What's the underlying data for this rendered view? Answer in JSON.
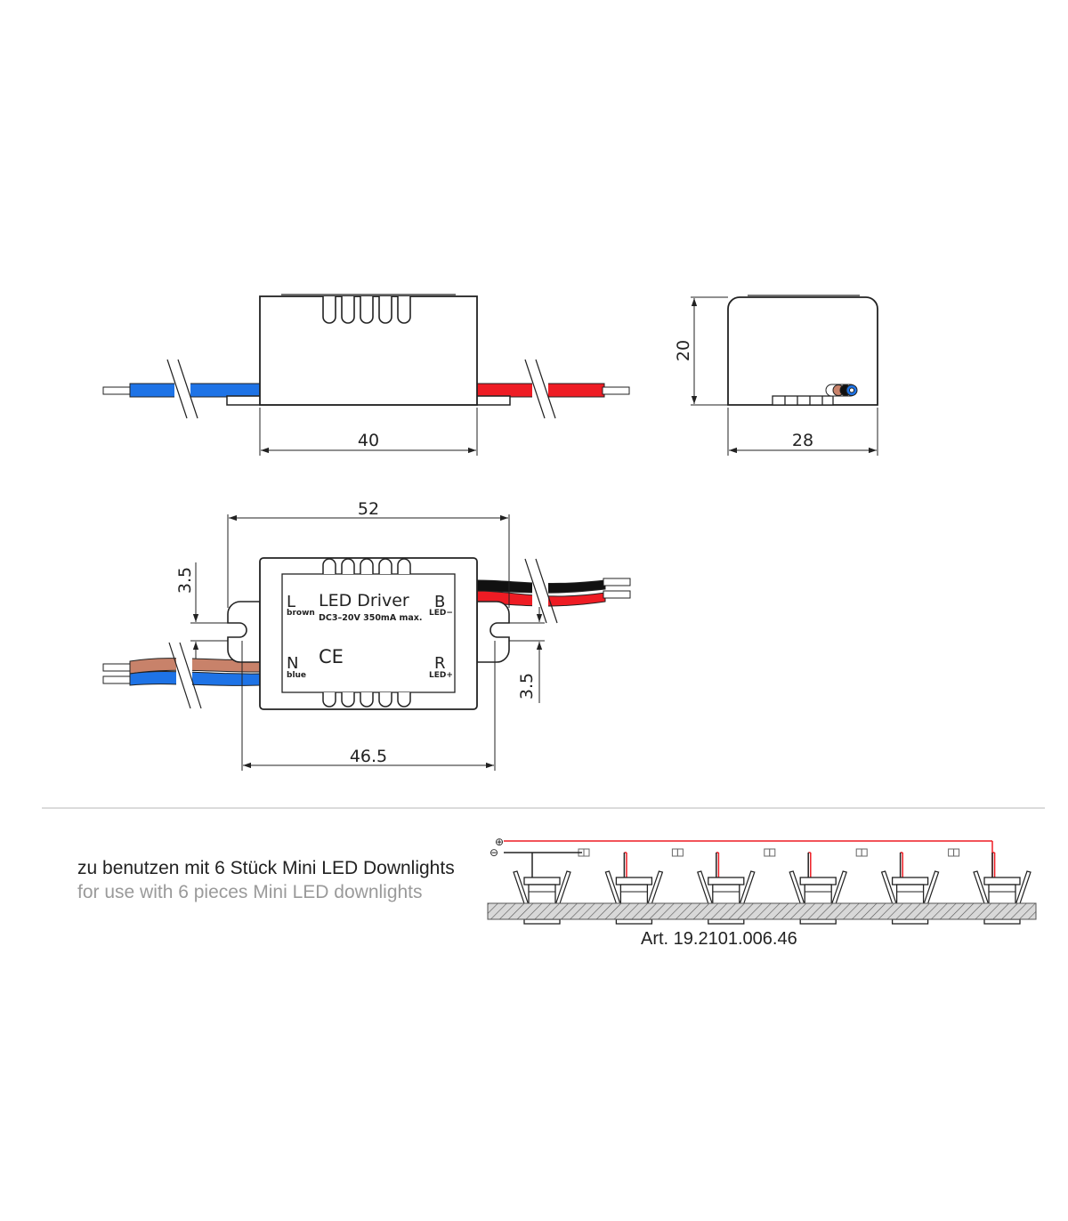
{
  "dimensions": {
    "front_width": "40",
    "side_height": "20",
    "side_width": "28",
    "top_overall_width": "52",
    "top_mount_width": "46.5",
    "top_tab_offset_left": "3.5",
    "top_tab_offset_right": "3.5"
  },
  "label_face": {
    "title": "LED Driver",
    "rating": "DC3–20V 350mA max.",
    "mark": "CE",
    "term_L": "L",
    "term_L_sub": "brown",
    "term_N": "N",
    "term_N_sub": "blue",
    "term_B": "B",
    "term_B_sub": "LED−",
    "term_R": "R",
    "term_R_sub": "LED+"
  },
  "wiring": {
    "plus_symbol": "⊕",
    "minus_symbol": "⊖",
    "downlight_count": 6
  },
  "caption": {
    "german": "zu benutzen mit 6 Stück Mini LED Downlights",
    "english": "for use with 6 pieces Mini LED downlights",
    "article": "Art. 19.2101.006.46"
  },
  "colors": {
    "wire_blue": "#1e73e6",
    "wire_red": "#ee1c24",
    "wire_brown": "#c8826a",
    "wire_black": "#111111",
    "outline": "#222222",
    "divider": "#cfcfcf"
  }
}
